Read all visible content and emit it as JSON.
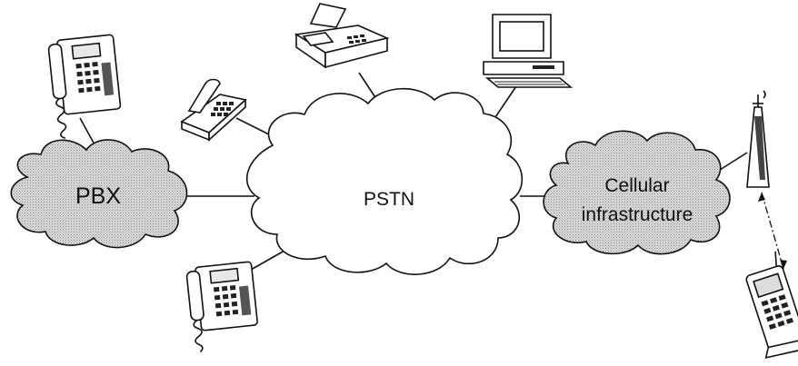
{
  "diagram": {
    "nodes": {
      "pbx": {
        "label": "PBX",
        "shape": "cloud",
        "fill": "shaded"
      },
      "pstn": {
        "label": "PSTN",
        "shape": "cloud",
        "fill": "white"
      },
      "cellular": {
        "label_line1": "Cellular",
        "label_line2": "infrastructure",
        "shape": "cloud",
        "fill": "shaded"
      }
    },
    "devices": [
      {
        "name": "desk-phone-icon",
        "connected_to": "pbx"
      },
      {
        "name": "handset-phone-icon",
        "connected_to": "pstn"
      },
      {
        "name": "fax-machine-icon",
        "connected_to": "pstn"
      },
      {
        "name": "computer-icon",
        "connected_to": "pstn"
      },
      {
        "name": "desk-phone-icon",
        "connected_to": "pstn"
      },
      {
        "name": "cell-tower-icon",
        "connected_to": "cellular"
      },
      {
        "name": "mobile-phone-icon",
        "connected_to": "cell-tower",
        "link": "wireless"
      }
    ],
    "colors": {
      "line": "#111111",
      "shade": "#c9c9c9",
      "background": "#ffffff"
    }
  }
}
